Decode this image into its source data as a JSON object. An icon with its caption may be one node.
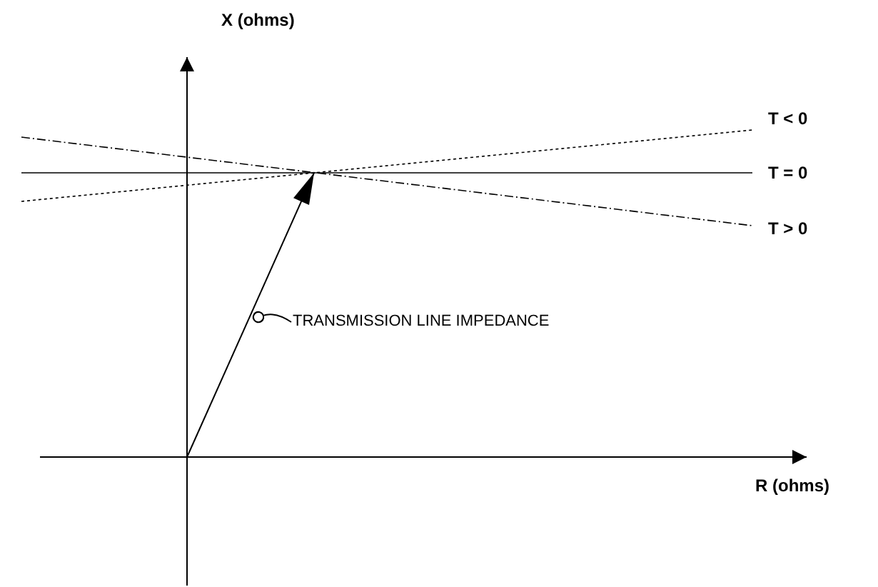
{
  "diagram": {
    "nodes": [
      {
        "text": [
          "TRANSMISSION LINE IMPEDANCE"
        ]
      },
      {
        "text": [],
        "shape": "arrow"
      }
    ],
    "edges": [
      {
        "from": 0,
        "to": 1,
        "arrow": "other"
      }
    ],
    "labels": [
      "X (ohms)",
      "T < 0",
      "T = 0",
      "T > 0",
      "R (ohms)"
    ]
  }
}
